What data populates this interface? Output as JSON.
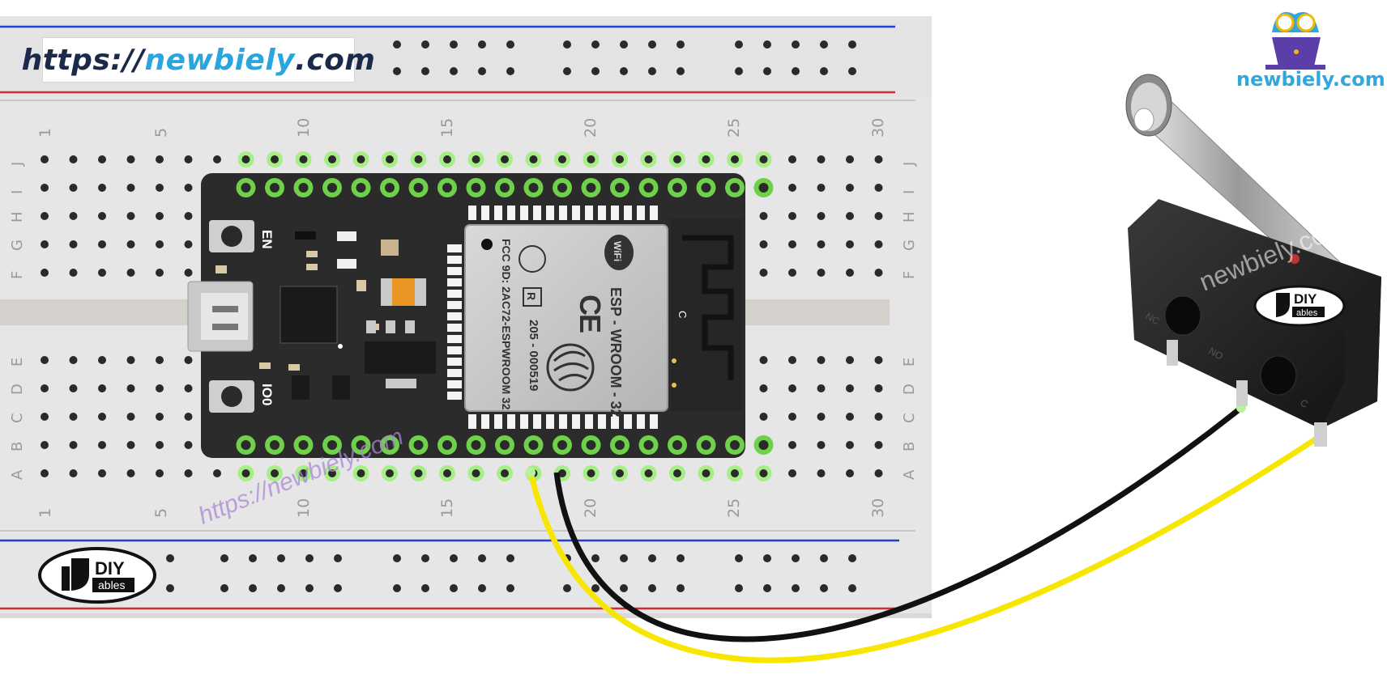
{
  "url": {
    "prefix": "https://",
    "brand": "newbiely",
    "suffix": ".com"
  },
  "watermark_text": "newbiely.com",
  "diagonal_watermark": "https://newbiely.com",
  "breadboard": {
    "column_numbers": [
      "1",
      "5",
      "10",
      "15",
      "20",
      "25",
      "30"
    ],
    "row_letters_top": [
      "J",
      "I",
      "H",
      "G",
      "F"
    ],
    "row_letters_bottom": [
      "E",
      "D",
      "C",
      "B",
      "A"
    ]
  },
  "esp32": {
    "module_name": "ESP - WROOM - 32",
    "fcc": "FCC 9D: 2AC72-ESPWROOM 32",
    "code": "205 - 000519",
    "btn_en": "EN",
    "btn_io0": "IO0",
    "antenna_c": "C",
    "r_mark": "R",
    "wifi_label": "WiFi",
    "ce_label": "CE"
  },
  "logo": {
    "diy": "DIY",
    "ables": "ables"
  },
  "switch": {
    "pin_nc": "NC",
    "pin_no": "NO",
    "pin_c": "C"
  },
  "wire_colors": {
    "yellow": "#f7e600",
    "black": "#111111"
  },
  "colors": {
    "accent_blue": "#2aa6df",
    "dark_navy": "#1c2a4a",
    "pin_green": "#7ed957",
    "rail_red": "#d32f2f",
    "rail_blue": "#1f3fd6"
  }
}
